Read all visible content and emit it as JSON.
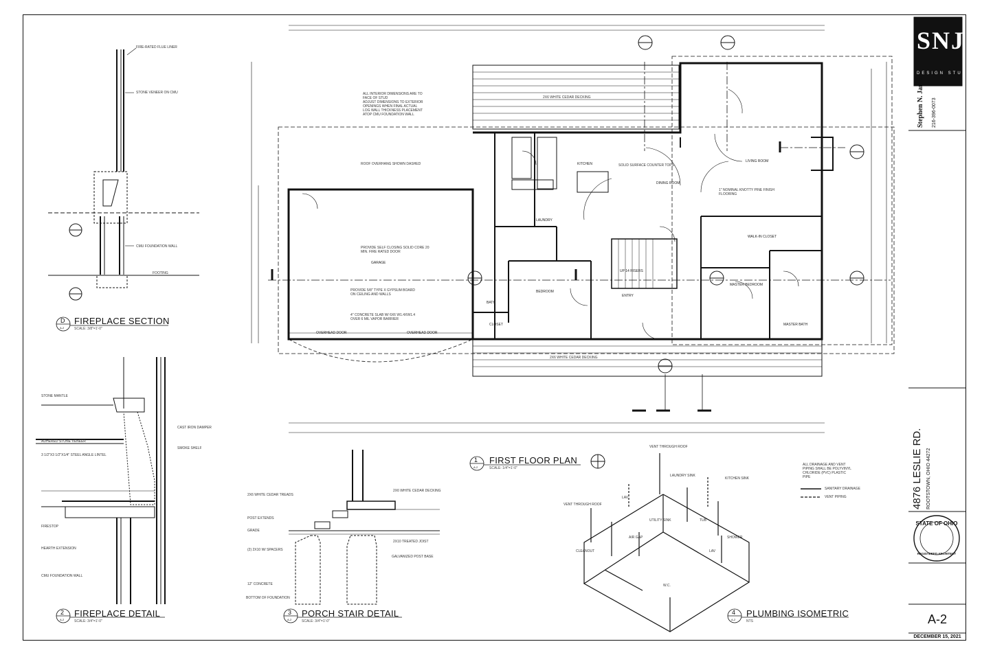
{
  "details": {
    "fireplace_section": {
      "num": "D",
      "ref": "A-2",
      "title": "FIREPLACE SECTION",
      "scale": "SCALE: 3/8\"=1'-0\""
    },
    "fireplace_detail": {
      "num": "2",
      "ref": "A-2",
      "title": "FIREPLACE DETAIL",
      "scale": "SCALE: 3/4\"=1'-0\""
    },
    "porch_stair_detail": {
      "num": "3",
      "ref": "A-2",
      "title": "PORCH STAIR DETAIL",
      "scale": "SCALE: 3/4\"=1'-0\""
    },
    "first_floor_plan": {
      "num": "1",
      "ref": "A-2",
      "title": "FIRST FLOOR PLAN",
      "scale": "SCALE: 1/4\"=1'-0\""
    },
    "plumbing_isometric": {
      "num": "4",
      "ref": "A-2",
      "title": "PLUMBING ISOMETRIC",
      "scale": "NTS"
    }
  },
  "plan_notes": {
    "dimensions_note": [
      "ALL INTERIOR DIMENSIONS ARE TO",
      "FACE OF STUD",
      "ADJUST DIMENSIONS TO EXTERIOR",
      "OPENINGS WHEN FINAL ACTUAL",
      "LOG WALL THICKNESS PLACEMENT",
      "ATOP CMU FOUNDATION WALL"
    ],
    "countertops": "SOLID SURFACE COUNTER TOPS",
    "knotty_pine": [
      "1\" NOMINAL KNOTTY PINE FINISH",
      "FLOORING"
    ],
    "self_closing": [
      "PROVIDE SELF CLOSING SOLID CORE 20",
      "MIN. FIRE RATED DOOR"
    ],
    "gypsum": [
      "PROVIDE 5/8\" TYPE X GYPSUM BOARD",
      "ON CEILING AND WALLS"
    ],
    "slab": [
      "4\" CONCRETE SLAB W/ 6X6 W1.4XW1.4",
      "OVER 6 MIL VAPOR BARRIER"
    ],
    "deck_top": "2X6 WHITE CEDAR DECKING",
    "deck_bottom": "2X6 WHITE CEDAR DECKING",
    "dormer": "ROOF OVERHANG SHOWN DASHED"
  },
  "rooms": {
    "garage": "GARAGE",
    "kitchen": "KITCHEN",
    "dining": "DINING ROOM",
    "living": "LIVING ROOM",
    "bedroom": "BEDROOM",
    "entry": "ENTRY",
    "bath": "BATH",
    "closet": "CLOSET",
    "walk_in": "WALK-IN CLOSET",
    "master": "MASTER BEDROOM",
    "master_bath": "MASTER BATH",
    "laundry": "LAUNDRY",
    "up": "UP 14 RISERS",
    "overhead_door_1": "OVERHEAD DOOR",
    "overhead_door_2": "OVERHEAD DOOR"
  },
  "fireplace_notes": {
    "section": [
      "CMU FOUNDATION WALL",
      "FOOTING",
      "STONE VENEER ON CMU",
      "FIRE-RATED FLUE LINER"
    ],
    "detail": [
      "STONE MANTLE",
      "ADHERED STONE VENEER",
      "3 1/2\"X3 1/2\"X1/4\" STEEL ANGLE LINTEL",
      "HEARTH EXTENSION",
      "FIRESTOP",
      "SMOKE SHELF",
      "CAST IRON DAMPER",
      "CMU FOUNDATION WALL"
    ]
  },
  "stair_notes": [
    "2X6 WHITE CEDAR DECKING",
    "2X6 WHITE CEDAR TREADS",
    "POST EXTENDS",
    "GRADE",
    "(2) 2X10 W/ SPACERS",
    "12\" CONCRETE",
    "BOTTOM OF FOUNDATION",
    "GALVANIZED POST BASE",
    "2X10 TREATED JOIST"
  ],
  "plumbing": {
    "labels": [
      "VENT THROUGH ROOF",
      "LAUNDRY SINK",
      "KITCHEN SINK",
      "LAV",
      "UTILITY SINK",
      "AIR GAP",
      "SHOWER",
      "TUB",
      "W.C.",
      "LAV",
      "VENT THROUGH ROOF",
      "CLEANOUT"
    ],
    "note": [
      "ALL DRAINAGE AND VENT",
      "PIPING SHALL BE POLYVINYL",
      "CHLORIDE (PVC) PLASTIC",
      "PIPE"
    ],
    "legend": [
      "SANITARY DRAINAGE",
      "VENT PIPING"
    ]
  },
  "title_block": {
    "logo": "SNJ",
    "logo_sub": "DESIGN STUDIO",
    "architect": "Stephen N. Janitis",
    "phone": "216-396-0073",
    "address": "4876 LESLIE RD.",
    "city": "ROOTSTOWN, OHIO 44272",
    "seal_top": "STATE OF OHIO",
    "seal_bottom": "REGISTERED ARCHITECT",
    "sheet": "A-2",
    "date": "DECEMBER 15, 2021"
  }
}
